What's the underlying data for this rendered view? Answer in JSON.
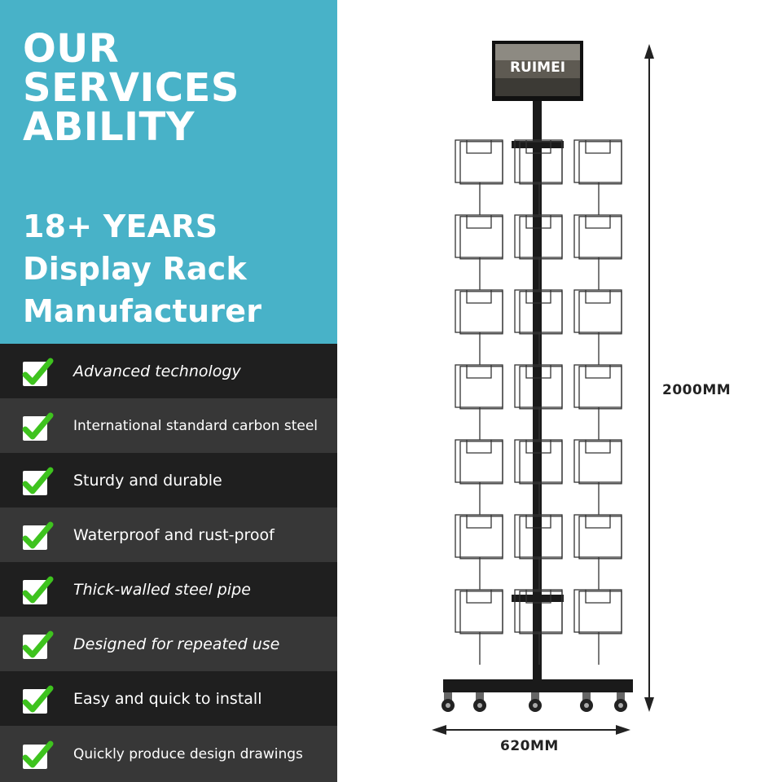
{
  "hero": {
    "title_lines": [
      "OUR",
      "SERVICES",
      "ABILITY"
    ],
    "subtitle_lines": [
      "18+ YEARS",
      "Display Rack",
      "Manufacturer"
    ],
    "background_color": "#48b2c8"
  },
  "features": [
    {
      "label": "Advanced technology",
      "icon": "checkmark-icon"
    },
    {
      "label": "International standard carbon steel",
      "icon": "checkmark-icon"
    },
    {
      "label": "Sturdy and durable",
      "icon": "checkmark-icon"
    },
    {
      "label": "Waterproof and rust-proof",
      "icon": "checkmark-icon"
    },
    {
      "label": "Thick-walled steel pipe",
      "icon": "checkmark-icon"
    },
    {
      "label": "Designed for repeated use",
      "icon": "checkmark-icon"
    },
    {
      "label": "Easy and quick to install",
      "icon": "checkmark-icon"
    },
    {
      "label": "Quickly produce design drawings",
      "icon": "checkmark-icon"
    }
  ],
  "feature_colors": {
    "dark": "#1f1f1f",
    "light": "#373737",
    "check": "#3ec31e"
  },
  "product": {
    "sign_text": "RUIMEI",
    "height_label": "2000MM",
    "width_label": "620MM"
  }
}
